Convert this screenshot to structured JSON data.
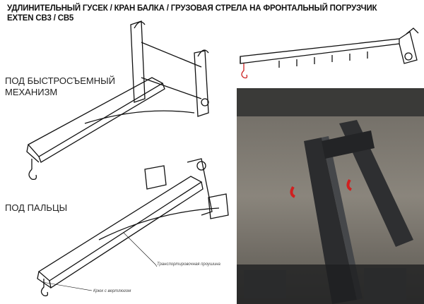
{
  "header": {
    "title_line1": "УДЛИНИТЕЛЬНЫЙ ГУСЕК / КРАН БАЛКА / ГРУЗОВАЯ СТРЕЛА НА ФРОНТАЛЬНЫЙ ПОГРУЗЧИК",
    "title_line2": "EXTEN CB3 / CB5"
  },
  "variants": {
    "quick_coupler": "ПОД БЫСТРОСЪЕМНЫЙ МЕХАНИЗМ",
    "pins": "ПОД ПАЛЬЦЫ"
  },
  "annotations": {
    "transport_eye": "Транспортировочная проушина",
    "hook": "Крюк с вертлюгом"
  }
}
